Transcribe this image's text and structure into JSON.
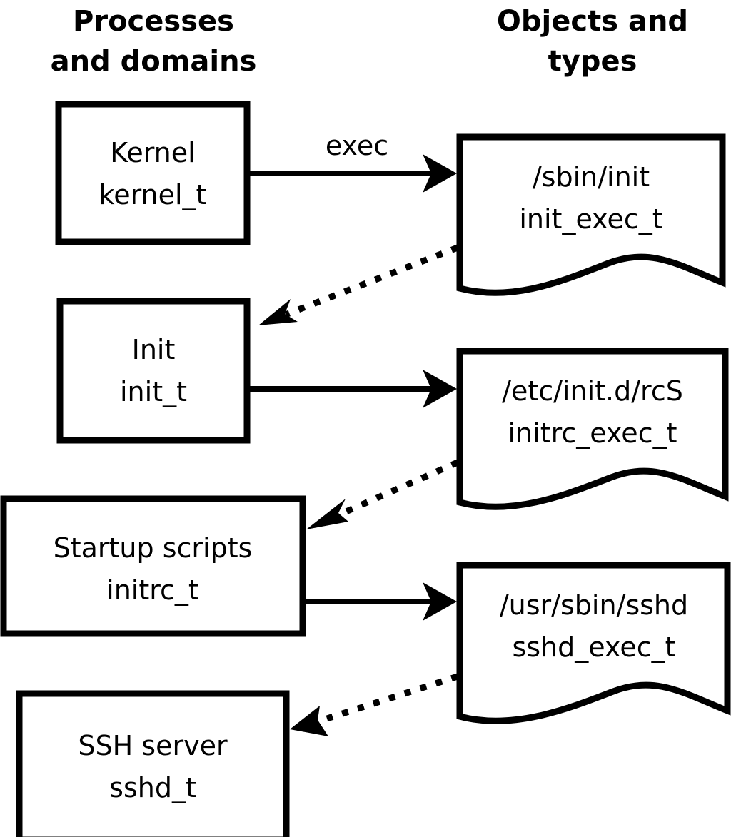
{
  "diagram": {
    "title_left": "Processes\nand domains",
    "columns": [
      {
        "id": "left",
        "line1": "Processes",
        "line2": "and domains"
      },
      {
        "id": "right",
        "line1": "Objects and",
        "line2": "types"
      }
    ],
    "process_nodes": [
      {
        "id": "kernel",
        "line1": "Kernel",
        "line2": "kernel_t"
      },
      {
        "id": "init",
        "line1": "Init",
        "line2": "init_t"
      },
      {
        "id": "initrc",
        "line1": "Startup scripts",
        "line2": "initrc_t"
      },
      {
        "id": "sshd",
        "line1": "SSH server",
        "line2": "sshd_t"
      }
    ],
    "object_nodes": [
      {
        "id": "init_exec",
        "line1": "/sbin/init",
        "line2": "init_exec_t"
      },
      {
        "id": "initrc_exec",
        "line1": "/etc/init.d/rcS",
        "line2": "initrc_exec_t"
      },
      {
        "id": "sshd_exec",
        "line1": "/usr/sbin/sshd",
        "line2": "sshd_exec_t"
      }
    ],
    "edges": [
      {
        "id": "kernel-exec-init",
        "label": "exec",
        "style": "solid",
        "from": "kernel",
        "to": "init_exec"
      },
      {
        "id": "initexec-transition-init",
        "label": "",
        "style": "dotted",
        "from": "init_exec",
        "to": "init"
      },
      {
        "id": "init-exec-initrc",
        "label": "",
        "style": "solid",
        "from": "init",
        "to": "initrc_exec"
      },
      {
        "id": "initrcexec-transition-initrc",
        "label": "",
        "style": "dotted",
        "from": "initrc_exec",
        "to": "initrc"
      },
      {
        "id": "initrc-exec-sshd",
        "label": "",
        "style": "solid",
        "from": "initrc",
        "to": "sshd_exec"
      },
      {
        "id": "sshdexec-transition-sshd",
        "label": "",
        "style": "dotted",
        "from": "sshd_exec",
        "to": "sshd"
      }
    ],
    "colors": {
      "background": "#ffffff",
      "stroke": "#000000",
      "text": "#000000"
    }
  }
}
